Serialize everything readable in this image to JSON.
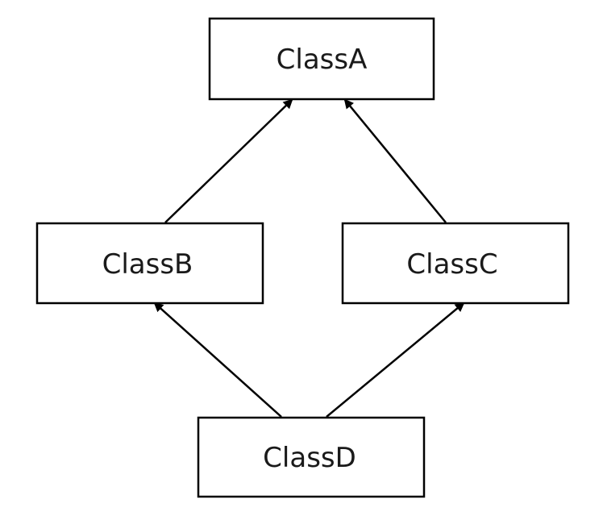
{
  "diagram": {
    "type": "class-inheritance",
    "nodes": {
      "class_a": {
        "label": "ClassA"
      },
      "class_b": {
        "label": "ClassB"
      },
      "class_c": {
        "label": "ClassC"
      },
      "class_d": {
        "label": "ClassD"
      }
    },
    "edges": [
      {
        "from": "ClassB",
        "to": "ClassA",
        "style": "solid-arrow"
      },
      {
        "from": "ClassC",
        "to": "ClassA",
        "style": "solid-arrow"
      },
      {
        "from": "ClassD",
        "to": "ClassB",
        "style": "solid-arrow"
      },
      {
        "from": "ClassD",
        "to": "ClassC",
        "style": "solid-arrow"
      }
    ],
    "colors": {
      "line": "#000000",
      "box_fill": "#ffffff",
      "text": "#1a1a1a"
    }
  }
}
